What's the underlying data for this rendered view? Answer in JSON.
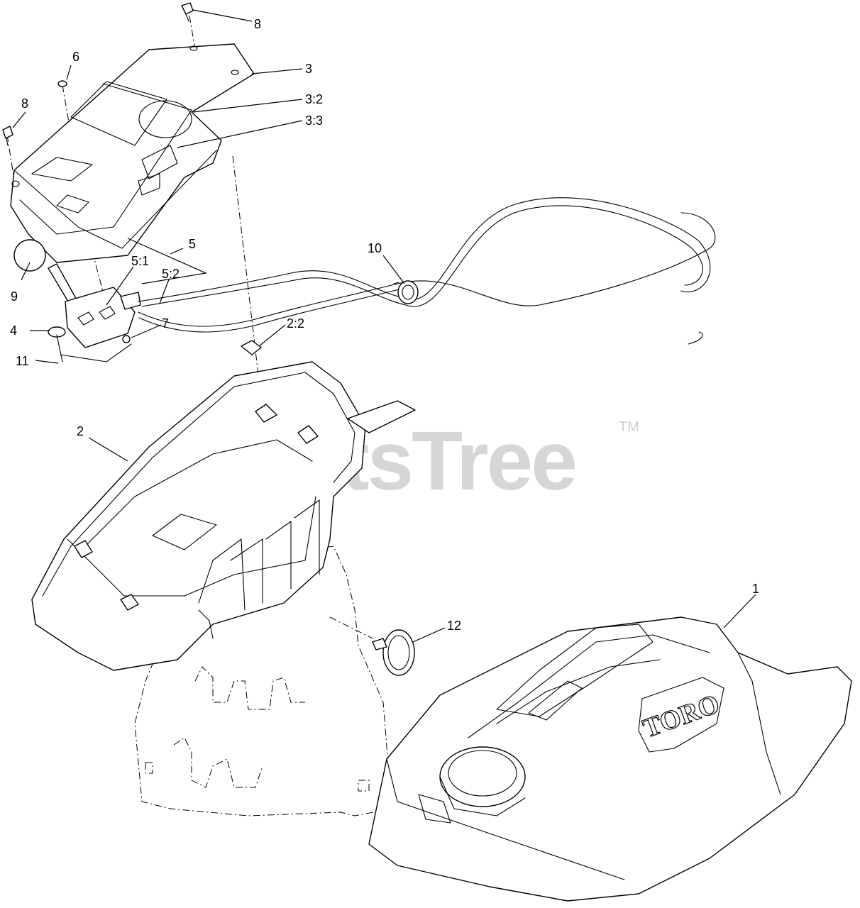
{
  "watermark": {
    "text": "PartsTree",
    "trademark": "TM"
  },
  "brand_mark": "TORO",
  "callouts": [
    {
      "id": "c8a",
      "label": "8"
    },
    {
      "id": "c3",
      "label": "3"
    },
    {
      "id": "c32",
      "label": "3:2"
    },
    {
      "id": "c33",
      "label": "3:3"
    },
    {
      "id": "c6",
      "label": "6"
    },
    {
      "id": "c8b",
      "label": "8"
    },
    {
      "id": "c5",
      "label": "5"
    },
    {
      "id": "c51",
      "label": "5:1"
    },
    {
      "id": "c52",
      "label": "5:2"
    },
    {
      "id": "c9",
      "label": "9"
    },
    {
      "id": "c4",
      "label": "4"
    },
    {
      "id": "c7",
      "label": "7"
    },
    {
      "id": "c11",
      "label": "11"
    },
    {
      "id": "c10",
      "label": "10"
    },
    {
      "id": "c22",
      "label": "2:2"
    },
    {
      "id": "c2",
      "label": "2"
    },
    {
      "id": "c1",
      "label": "1"
    },
    {
      "id": "c12",
      "label": "12"
    }
  ]
}
